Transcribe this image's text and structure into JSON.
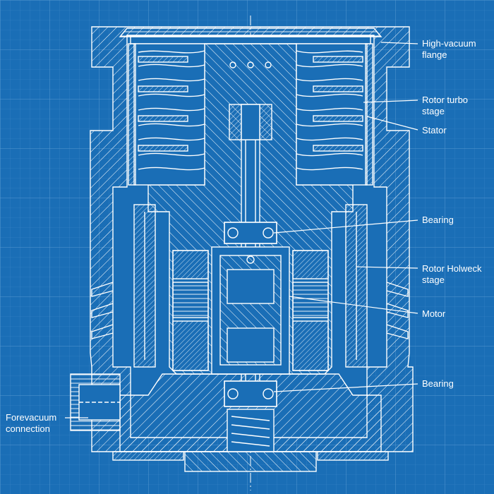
{
  "labels": {
    "high_vacuum_flange": "High-vacuum\nflange",
    "rotor_turbo_stage": "Rotor turbo\nstage",
    "stator": "Stator",
    "bearing_top": "Bearing",
    "rotor_holweck_stage": "Rotor Holweck\nstage",
    "motor": "Motor",
    "bearing_bottom": "Bearing",
    "forevacuum_connection": "Forevacuum\nconnection"
  },
  "colors": {
    "background": "#1a6eb6",
    "grid_minor": "#3b85c6",
    "grid_major": "#5698d0",
    "line": "#ffffff"
  }
}
